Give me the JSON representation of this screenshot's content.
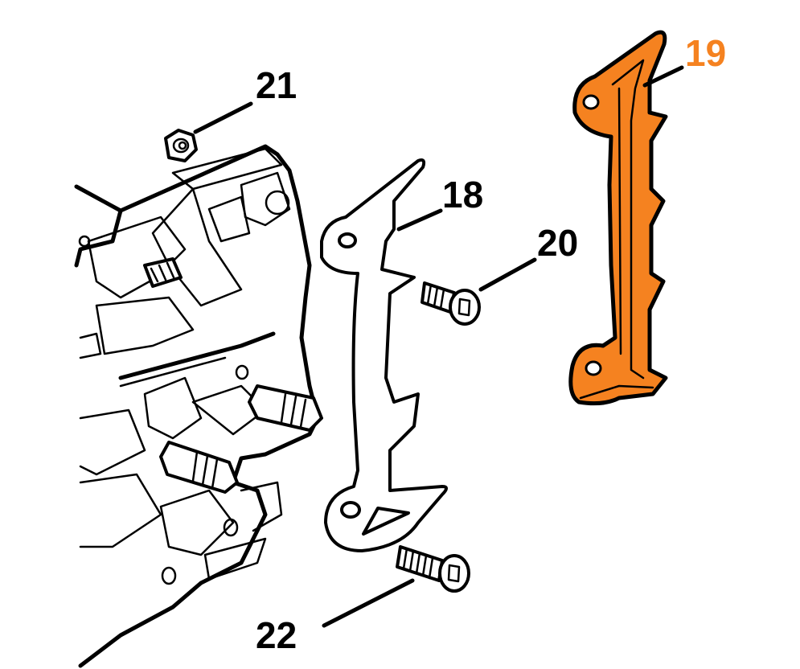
{
  "callouts": {
    "c18": "18",
    "c19": "19",
    "c20": "20",
    "c21": "21",
    "c22": "22"
  },
  "colors": {
    "highlight": "#f58220",
    "line": "#000000",
    "background": "#ffffff"
  }
}
